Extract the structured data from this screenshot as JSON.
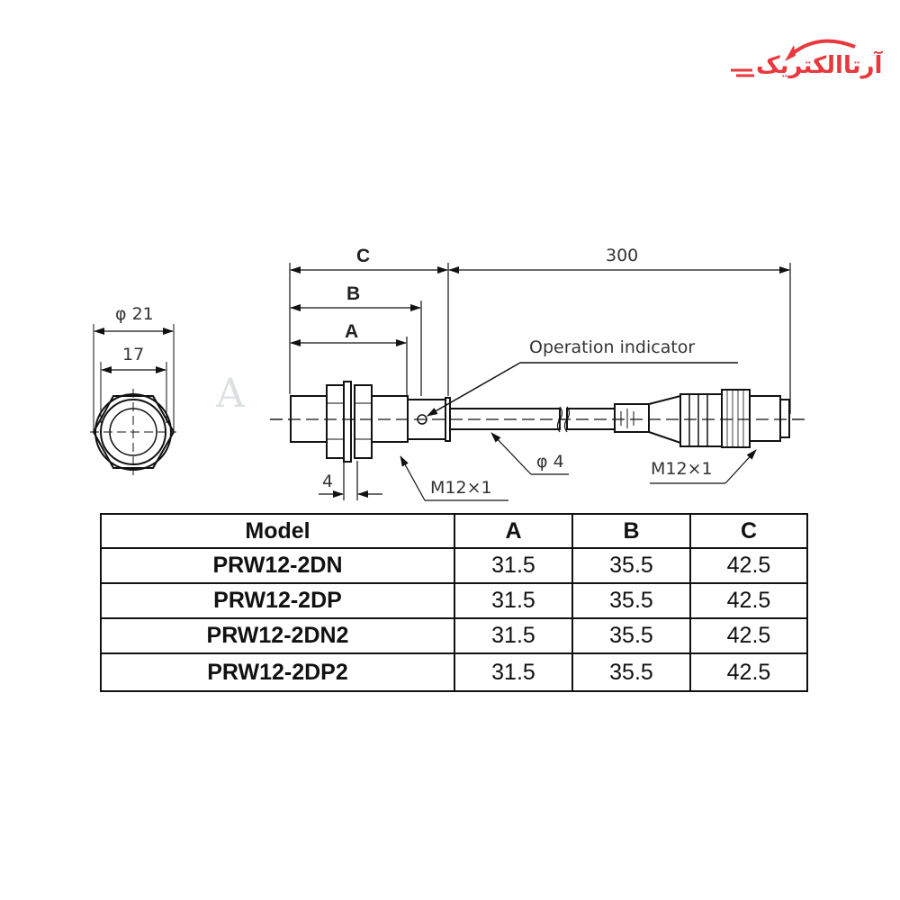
{
  "logo": {
    "text": "آرتاالکتریک",
    "color": "#e8383d"
  },
  "drawing": {
    "end_view": {
      "outer_dim": "φ 21",
      "inner_dim": "17"
    },
    "side_view": {
      "dim_c": "C",
      "dim_b": "B",
      "dim_a": "A",
      "dim_cable": "300",
      "operation_indicator": "Operation indicator",
      "nut_width": "4",
      "thread_left": "M12×1",
      "cable_diameter": "φ 4",
      "thread_right": "M12×1"
    }
  },
  "table": {
    "headers": [
      "Model",
      "A",
      "B",
      "C"
    ],
    "rows": [
      [
        "PRW12-2DN",
        "31.5",
        "35.5",
        "42.5"
      ],
      [
        "PRW12-2DP",
        "31.5",
        "35.5",
        "42.5"
      ],
      [
        "PRW12-2DN2",
        "31.5",
        "35.5",
        "42.5"
      ],
      [
        "PRW12-2DP2",
        "31.5",
        "35.5",
        "42.5"
      ]
    ]
  }
}
